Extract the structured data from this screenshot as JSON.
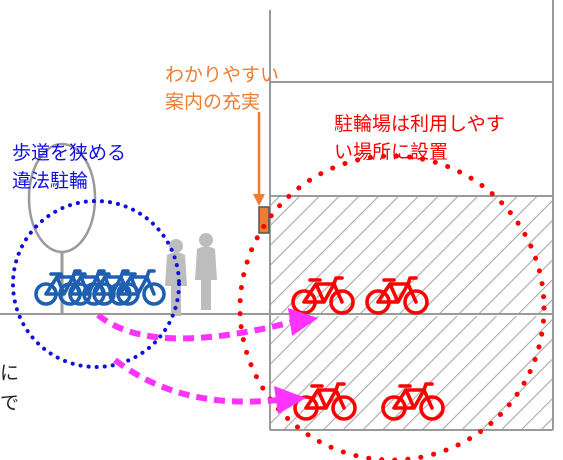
{
  "labels": {
    "info_line1": "わかりやすい",
    "info_line2": "案内の充実",
    "parking_line1": "駐輪場は利用しやす",
    "parking_line2": "い場所に設置",
    "illegal_line1": "歩道を狭める",
    "illegal_line2": "違法駐輪",
    "cut_line1": "に",
    "cut_line2": "で"
  },
  "colors": {
    "info": "#ED7D31",
    "parking": "#FF0000",
    "illegal": "#1010E0",
    "arrow": "#FF33FF",
    "blue_bicycle": "#1F5FB0",
    "pedestrian": "#BDBDBD",
    "building": "#9A9A9A",
    "hatch": "#A8A8A8"
  },
  "icons": {
    "sign": "signboard-icon",
    "blue_bikes": "bicycle-icon",
    "red_bikes": "bicycle-icon",
    "people": "pedestrian-icon"
  }
}
